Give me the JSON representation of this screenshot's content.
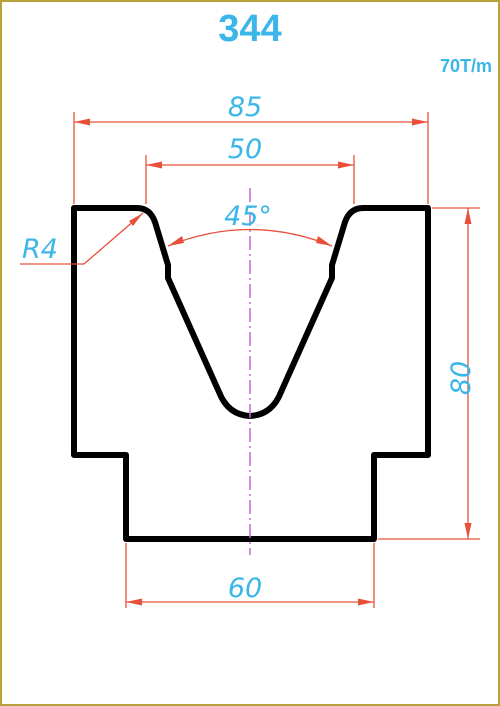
{
  "title": "344",
  "capacity": "70T/m",
  "dimensions": {
    "total_width": "85",
    "v_opening": "50",
    "angle": "45°",
    "radius": "R4",
    "height": "80",
    "base_width": "60"
  },
  "colors": {
    "accent_text": "#3ab6e8",
    "dimension_lines": "#e8503a",
    "profile": "#000000",
    "centerline": "#c46ad0",
    "frame": "#b8a03c"
  }
}
